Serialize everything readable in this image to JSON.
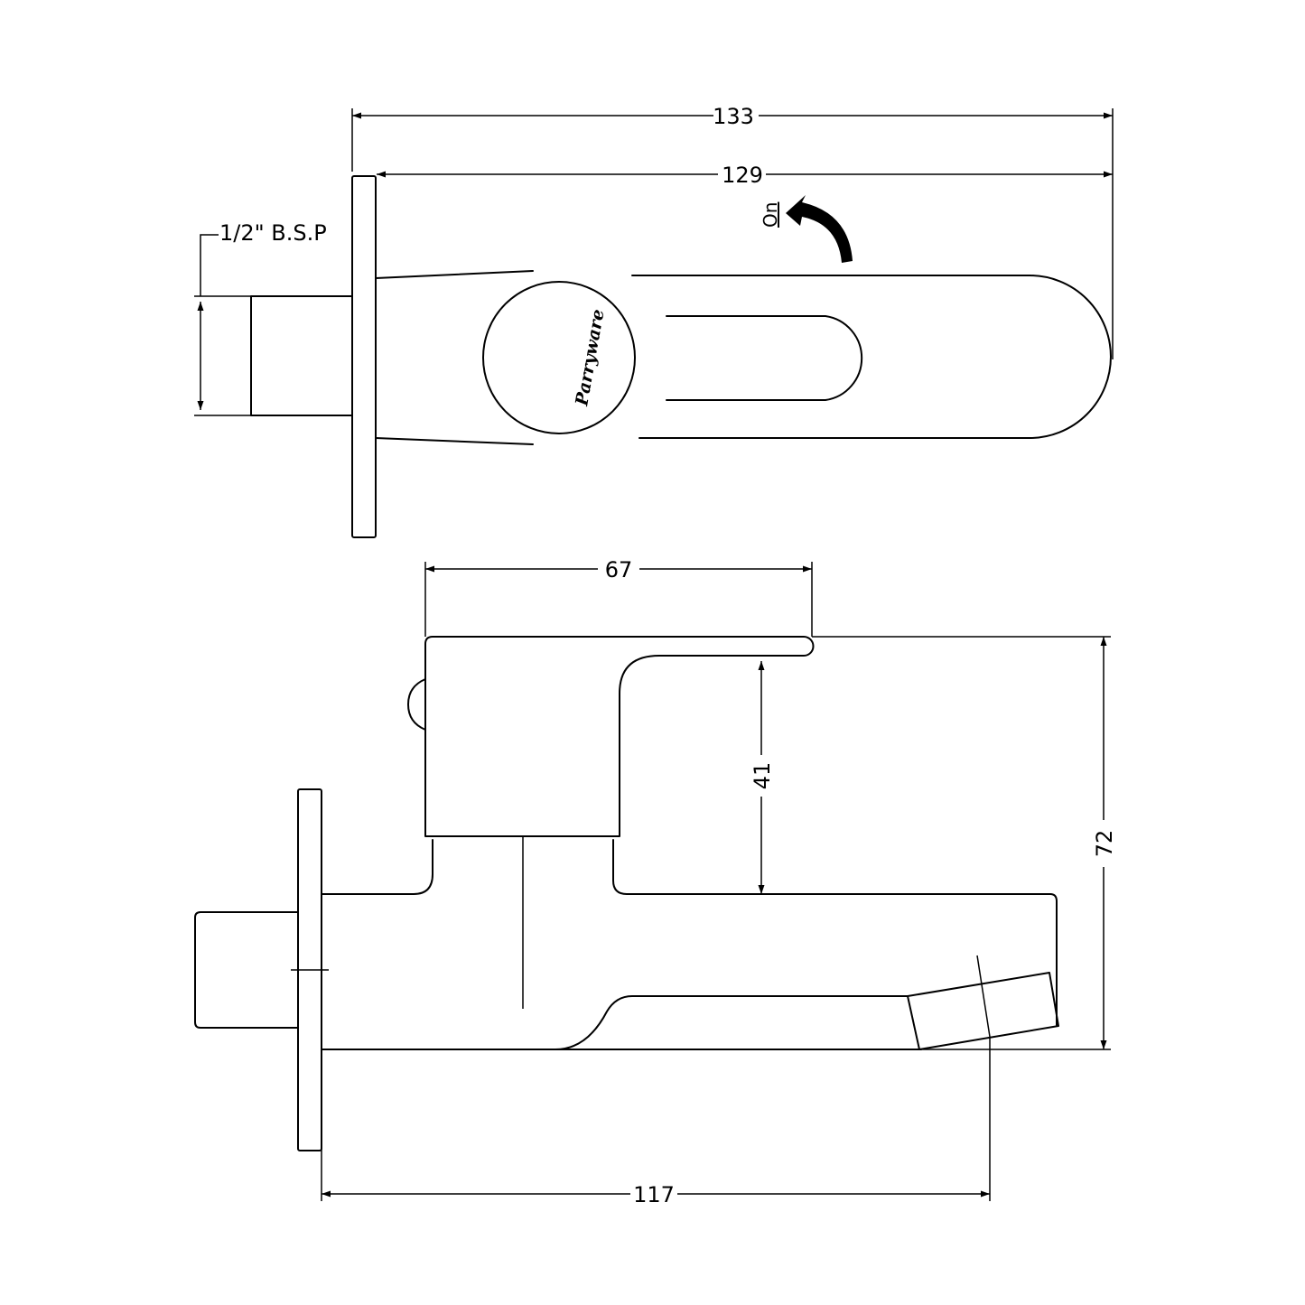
{
  "top_view": {
    "dim_overall_length": "133",
    "dim_body_length": "129",
    "thread_label": "1/2\" B.S.P",
    "on_label": "On",
    "brand_logo_text": "Parryware"
  },
  "side_view": {
    "dim_handle_length": "67",
    "dim_handle_height": "41",
    "dim_overall_height": "72",
    "dim_spout_reach": "117"
  }
}
